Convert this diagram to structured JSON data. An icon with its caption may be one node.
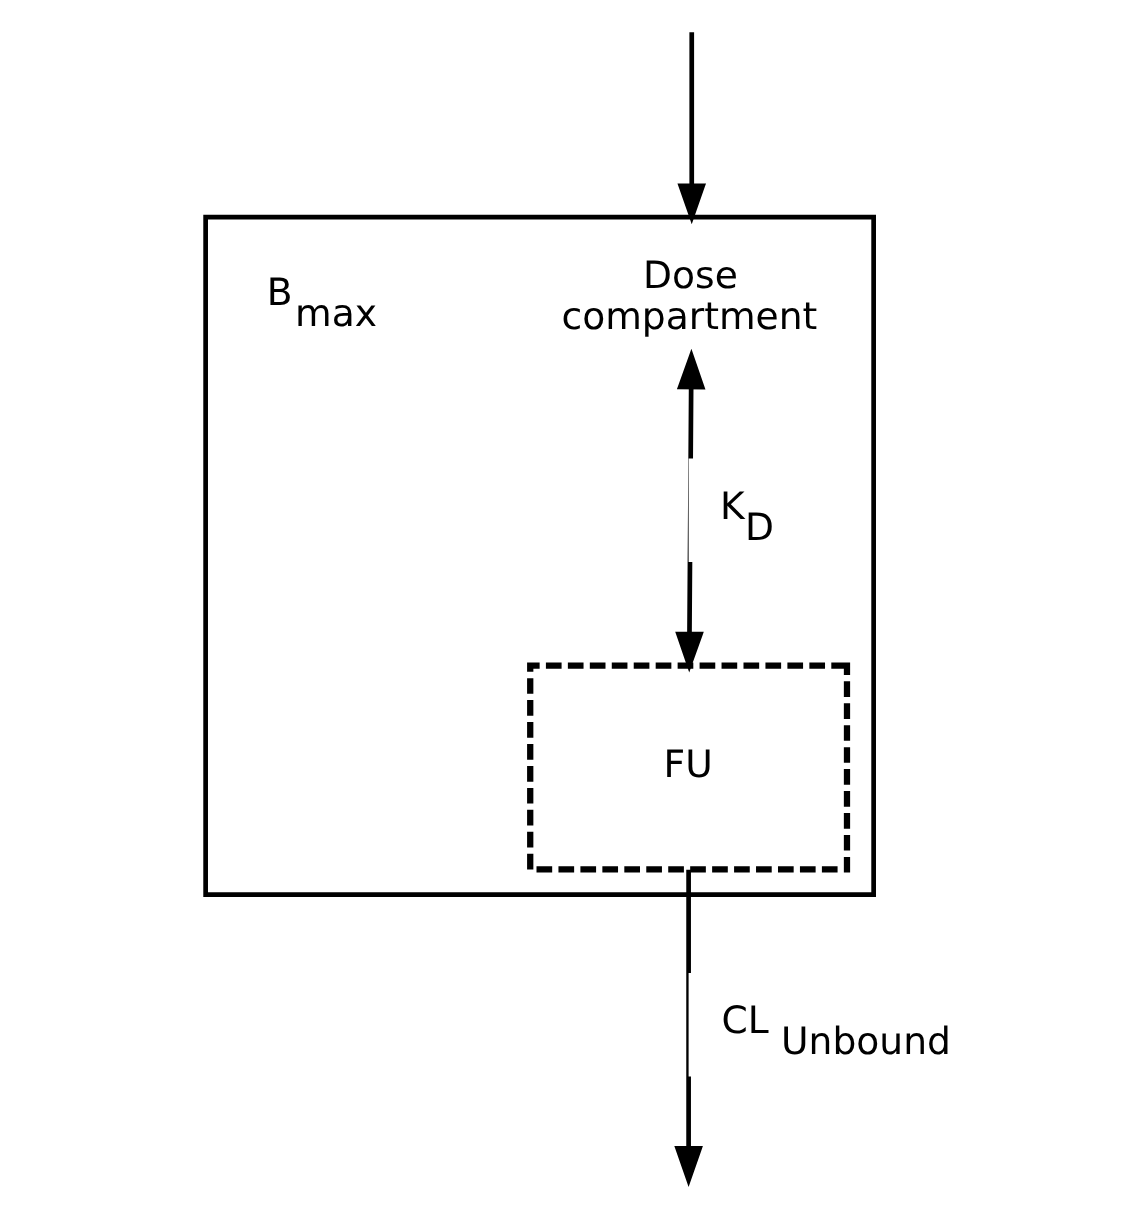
{
  "diagram": {
    "nodes": [
      {
        "text": [],
        "shape": "box"
      },
      {
        "text": [
          "Dose compartment"
        ],
        "in": 0
      },
      {
        "text": [
          "FU"
        ],
        "in": 0
      }
    ],
    "edges": [
      {
        "from": null,
        "to": 0,
        "arrow": "to"
      },
      {
        "from": 1,
        "to": 2,
        "arrow": "both",
        "label": "K$_{D}$"
      },
      {
        "from": 2,
        "to": null,
        "arrow": "to",
        "label": "CL $_{Unbound}$"
      }
    ],
    "labels": [
      "B$_{max}$"
    ]
  }
}
